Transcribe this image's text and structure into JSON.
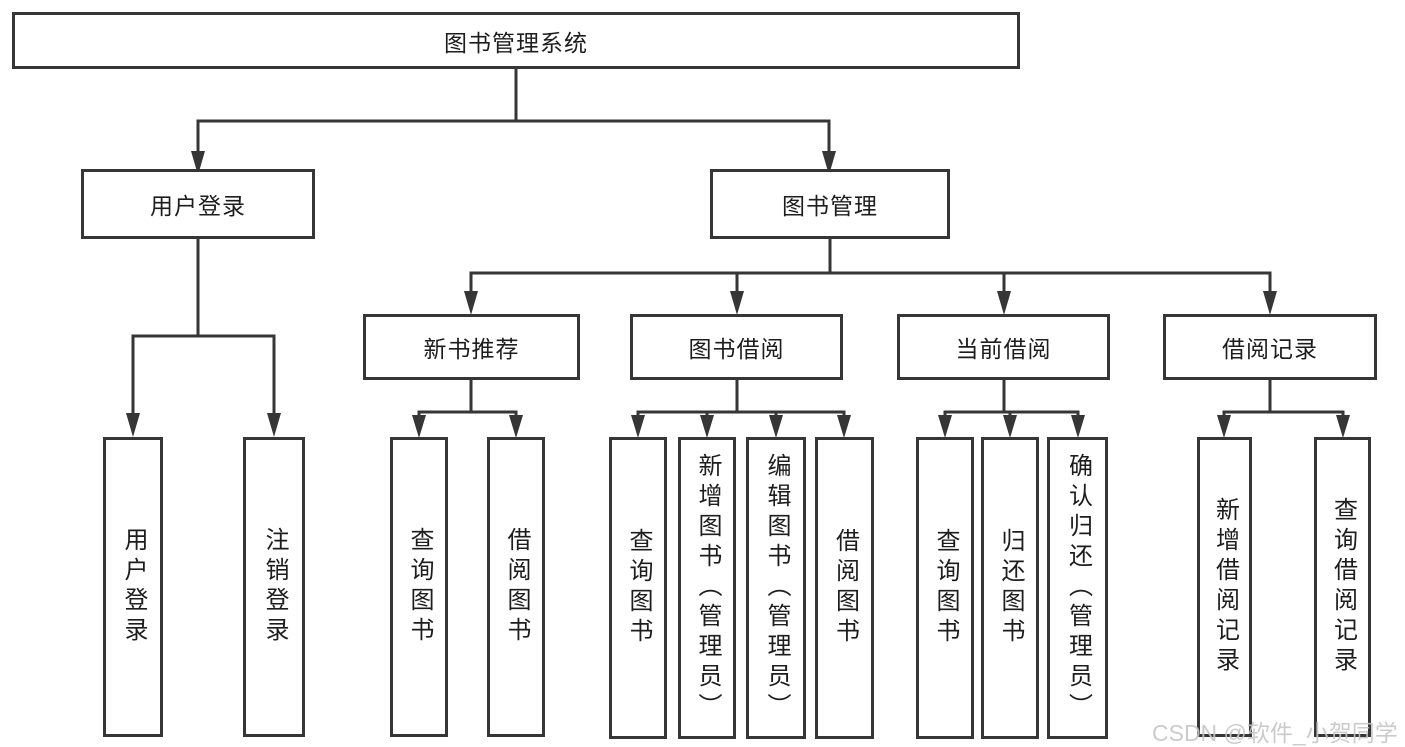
{
  "diagram": {
    "title": "图书管理系统",
    "colors": {
      "line": "#363636",
      "box_border": "#363636",
      "box_background": "#ffffff",
      "text": "#1d1d1d",
      "watermark": "#c6c6c6"
    }
  },
  "tree": {
    "label": "图书管理系统",
    "children": [
      {
        "label": "用户登录",
        "children": [
          {
            "label": "用户登录"
          },
          {
            "label": "注销登录"
          }
        ]
      },
      {
        "label": "图书管理",
        "children": [
          {
            "label": "新书推荐",
            "children": [
              {
                "label": "查询图书"
              },
              {
                "label": "借阅图书"
              }
            ]
          },
          {
            "label": "图书借阅",
            "children": [
              {
                "label": "查询图书"
              },
              {
                "label": "新增图书（管理员）"
              },
              {
                "label": "编辑图书（管理员）"
              },
              {
                "label": "借阅图书"
              }
            ]
          },
          {
            "label": "当前借阅",
            "children": [
              {
                "label": "查询图书"
              },
              {
                "label": "归还图书"
              },
              {
                "label": "确认归还（管理员）"
              }
            ]
          },
          {
            "label": "借阅记录",
            "children": [
              {
                "label": "新增借阅记录"
              },
              {
                "label": "查询借阅记录"
              }
            ]
          }
        ]
      }
    ]
  },
  "watermark": {
    "text": "CSDN @软件_小贺同学"
  }
}
